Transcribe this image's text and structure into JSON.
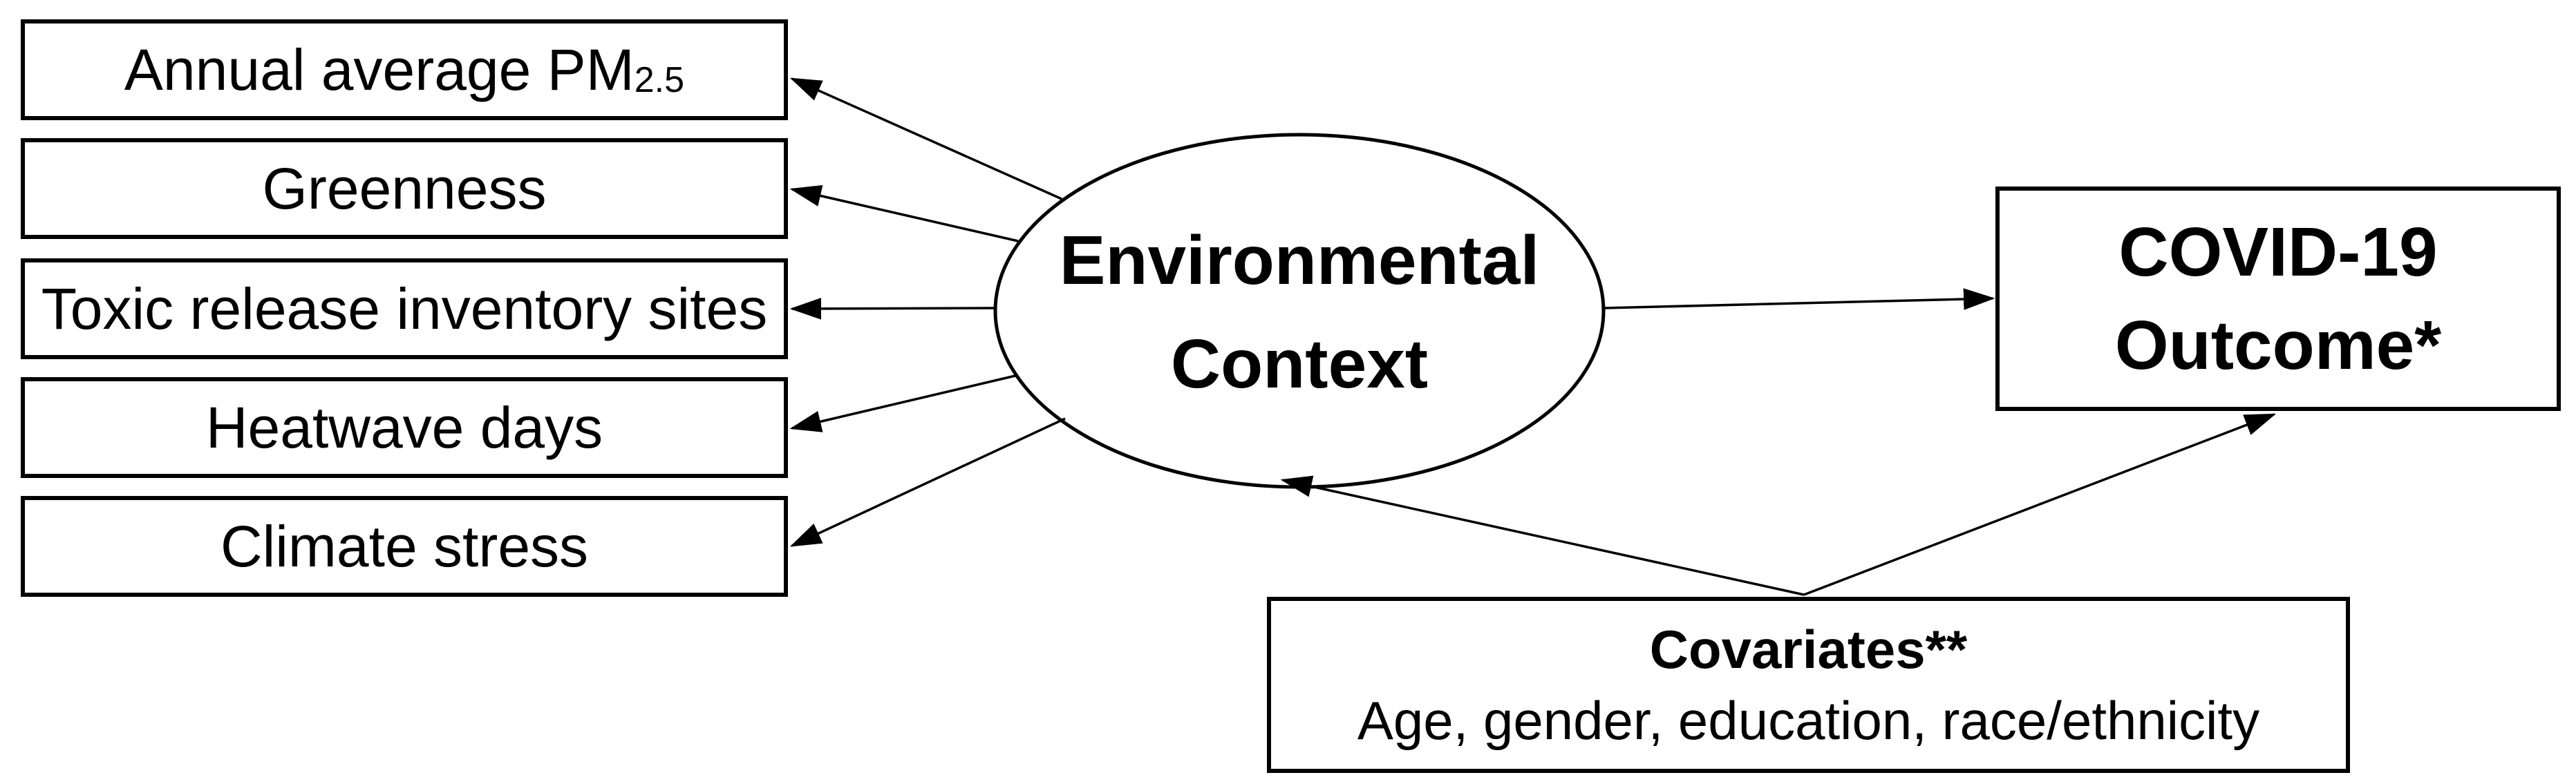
{
  "colors": {
    "ink": "#000000",
    "background": "#ffffff"
  },
  "predictors": [
    {
      "label": "Annual average PM",
      "subscript": "2.5"
    },
    {
      "label": "Greenness",
      "subscript": ""
    },
    {
      "label": "Toxic release inventory sites",
      "subscript": ""
    },
    {
      "label": "Heatwave days",
      "subscript": ""
    },
    {
      "label": "Climate stress",
      "subscript": ""
    }
  ],
  "latent": {
    "line1": "Environmental",
    "line2": "Context"
  },
  "outcome": {
    "line1": "COVID-19",
    "line2": "Outcome*"
  },
  "covariates": {
    "title": "Covariates**",
    "list": "Age, gender, education, race/ethnicity"
  },
  "edges": [
    {
      "from": "environmental-context",
      "to": "annual-average-pm25"
    },
    {
      "from": "environmental-context",
      "to": "greenness"
    },
    {
      "from": "environmental-context",
      "to": "toxic-release-inventory-sites"
    },
    {
      "from": "environmental-context",
      "to": "heatwave-days"
    },
    {
      "from": "environmental-context",
      "to": "climate-stress"
    },
    {
      "from": "environmental-context",
      "to": "covid19-outcome"
    },
    {
      "from": "covariates",
      "to": "environmental-context"
    },
    {
      "from": "covariates",
      "to": "covid19-outcome"
    }
  ]
}
